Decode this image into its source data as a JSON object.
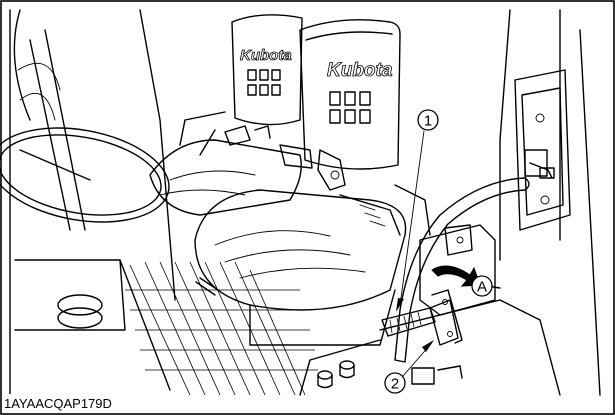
{
  "figure": {
    "code": "1AYAACQAP179D",
    "seat_brand": "Kubota",
    "callouts": [
      {
        "id": "1",
        "label": "1"
      },
      {
        "id": "2",
        "label": "2"
      },
      {
        "id": "A",
        "label": "A"
      }
    ]
  }
}
